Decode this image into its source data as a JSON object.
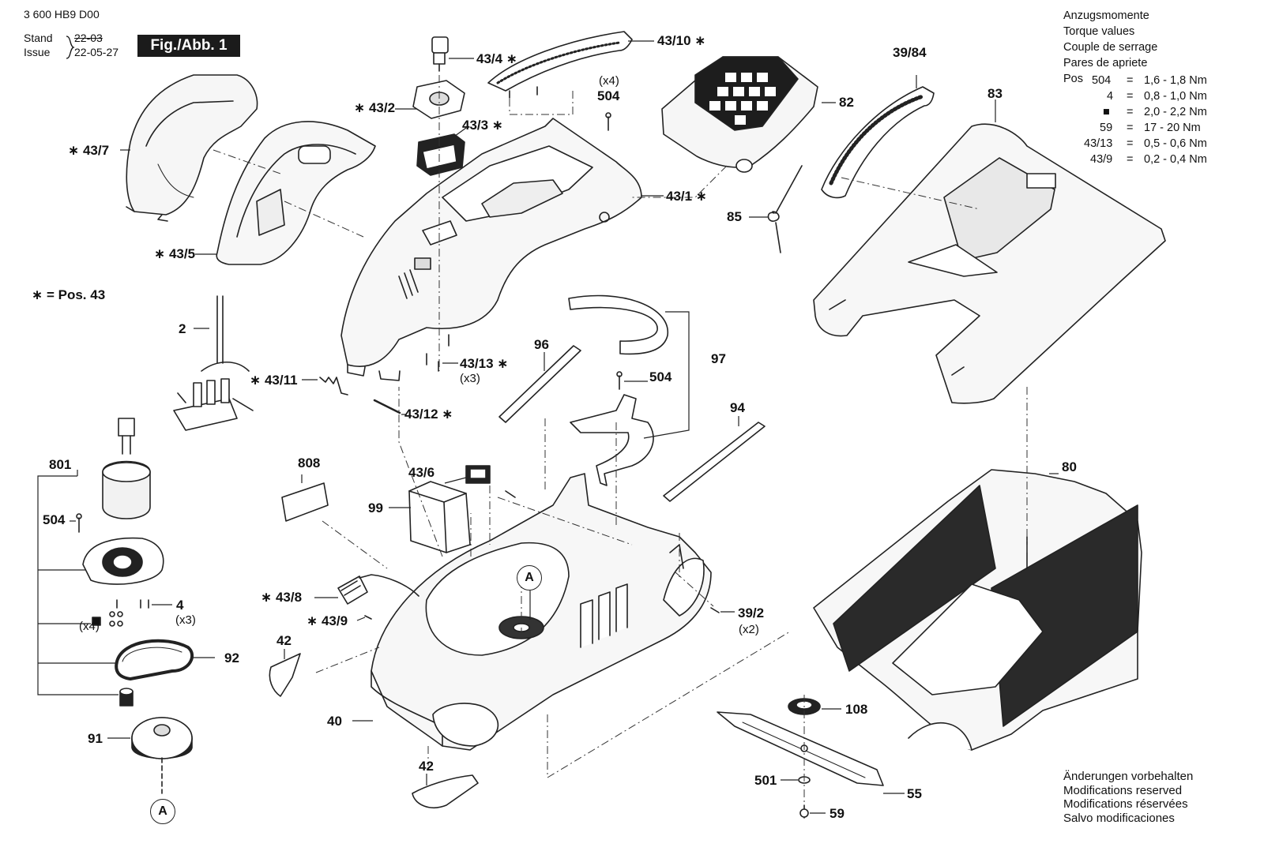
{
  "header": {
    "doc_number": "3 600 HB9 D00",
    "stand_label": "Stand",
    "issue_label": "Issue",
    "stand_value": "22-03",
    "issue_value": "22-05-27",
    "figure_label": "Fig./Abb. 1"
  },
  "legend_note": "∗ = Pos. 43",
  "torque": {
    "titles": [
      "Anzugsmomente",
      "Torque values",
      "Couple de serrage",
      "Pares de apriete"
    ],
    "pos_label": "Pos",
    "rows": [
      {
        "pos": "504",
        "eq": "=",
        "value": "1,6 - 1,8 Nm"
      },
      {
        "pos": "4",
        "eq": "=",
        "value": "0,8 - 1,0 Nm"
      },
      {
        "pos": "■",
        "eq": "=",
        "value": "2,0 - 2,2 Nm"
      },
      {
        "pos": "59",
        "eq": "=",
        "value": "17 - 20 Nm"
      },
      {
        "pos": "43/13",
        "eq": "=",
        "value": "0,5 - 0,6 Nm"
      },
      {
        "pos": "43/9",
        "eq": "=",
        "value": "0,2 - 0,4 Nm"
      }
    ]
  },
  "footer": [
    "Änderungen vorbehalten",
    "Modifications reserved",
    "Modifications réservées",
    "Salvo modificaciones"
  ],
  "callouts": {
    "p43_4": "43/4 ∗",
    "p43_10": "43/10 ∗",
    "x4_top": "(x4)",
    "p504_top": "504",
    "p82": "82",
    "p39_84": "39/84",
    "p83": "83",
    "p43_7": "∗ 43/7",
    "p43_2": "∗ 43/2",
    "p43_3": "43/3 ∗",
    "p43_1": "43/1 ∗",
    "p85": "85",
    "p43_5": "∗ 43/5",
    "p2": "2",
    "p43_13": "43/13 ∗",
    "x3_a": "(x3)",
    "p96": "96",
    "p97": "97",
    "p504_mid": "504",
    "p43_11": "∗ 43/11",
    "p43_12": "43/12 ∗",
    "p94": "94",
    "p801": "801",
    "p808": "808",
    "p43_6": "43/6",
    "p99": "99",
    "p80": "80",
    "p504_left": "504",
    "p43_8": "∗ 43/8",
    "p4": "4",
    "x3_b": "(x3)",
    "x4_left": "(x4)",
    "p43_9": "∗ 43/9",
    "p39_2": "39/2",
    "x2": "(x2)",
    "p42_a": "42",
    "p92": "92",
    "p40": "40",
    "p108": "108",
    "p91": "91",
    "p42_b": "42",
    "p501": "501",
    "p55": "55",
    "p59": "59",
    "circle_a": "A"
  }
}
